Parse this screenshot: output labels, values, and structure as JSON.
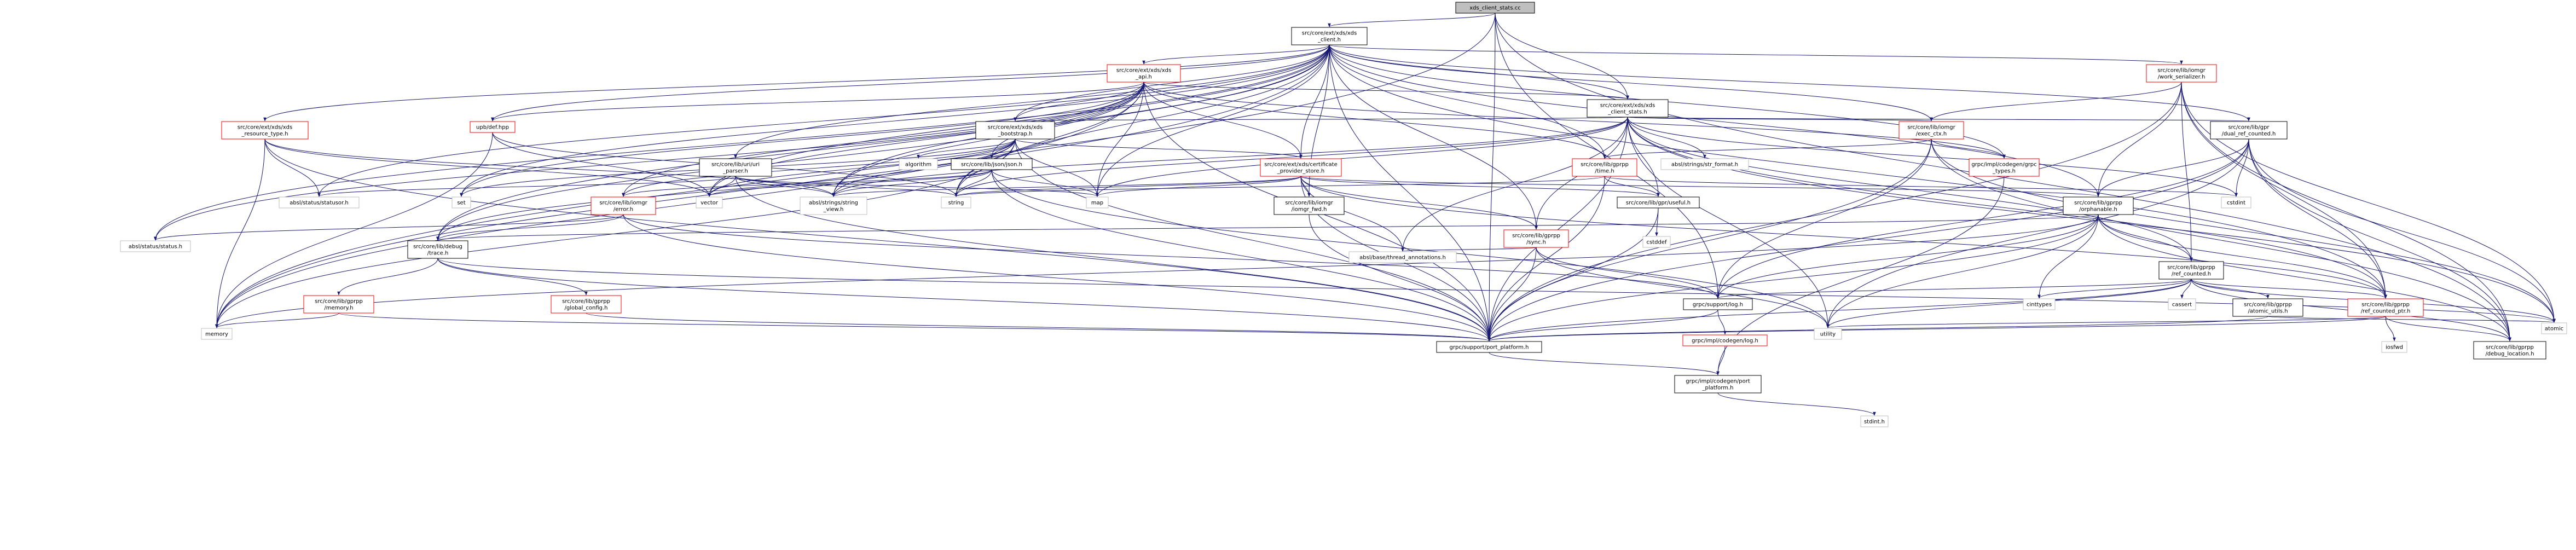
{
  "colors": {
    "edge": "#191970",
    "root_fill": "#bfbfbf",
    "normal_border": "#000000",
    "missing_border": "#bfbfbf",
    "linked_border": "#ff0000",
    "node_fill": "#ffffff"
  },
  "nodes": [
    {
      "id": "root",
      "lines": [
        "xds_client_stats.cc"
      ],
      "kind": "root"
    },
    {
      "id": "xds_client",
      "lines": [
        "src/core/ext/xds/xds",
        "_client.h"
      ],
      "kind": "normal"
    },
    {
      "id": "xds_api",
      "lines": [
        "src/core/ext/xds/xds",
        "_api.h"
      ],
      "kind": "red"
    },
    {
      "id": "xds_client_stats",
      "lines": [
        "src/core/ext/xds/xds",
        "_client_stats.h"
      ],
      "kind": "normal"
    },
    {
      "id": "work_serializer",
      "lines": [
        "src/core/lib/iomgr",
        "/work_serializer.h"
      ],
      "kind": "red"
    },
    {
      "id": "xds_bootstrap",
      "lines": [
        "src/core/ext/xds/xds",
        "_bootstrap.h"
      ],
      "kind": "normal"
    },
    {
      "id": "exec_ctx",
      "lines": [
        "src/core/lib/iomgr",
        "/exec_ctx.h"
      ],
      "kind": "red"
    },
    {
      "id": "dual_ref_counted",
      "lines": [
        "src/core/lib/gpr",
        "/dual_ref_counted.h"
      ],
      "kind": "normal"
    },
    {
      "id": "xds_resource_type",
      "lines": [
        "src/core/ext/xds/xds",
        "_resource_type.h"
      ],
      "kind": "red"
    },
    {
      "id": "upb_def",
      "lines": [
        "upb/def.hpp"
      ],
      "kind": "red"
    },
    {
      "id": "uri_parser",
      "lines": [
        "src/core/lib/uri/uri",
        "_parser.h"
      ],
      "kind": "normal"
    },
    {
      "id": "json",
      "lines": [
        "src/core/lib/json/json.h"
      ],
      "kind": "normal"
    },
    {
      "id": "cert_provider_store",
      "lines": [
        "src/core/ext/xds/certificate",
        "_provider_store.h"
      ],
      "kind": "red"
    },
    {
      "id": "gprpp_time",
      "lines": [
        "src/core/lib/gprpp",
        "/time.h"
      ],
      "kind": "red"
    },
    {
      "id": "grpc_types",
      "lines": [
        "grpc/impl/codegen/grpc",
        "_types.h"
      ],
      "kind": "red"
    },
    {
      "id": "str_format",
      "lines": [
        "absl/strings/str_format.h"
      ],
      "kind": "gray"
    },
    {
      "id": "status_statusor",
      "lines": [
        "absl/status/statusor.h"
      ],
      "kind": "gray"
    },
    {
      "id": "iomgr_error",
      "lines": [
        "src/core/lib/iomgr",
        "/error.h"
      ],
      "kind": "red"
    },
    {
      "id": "set",
      "lines": [
        "set"
      ],
      "kind": "gray"
    },
    {
      "id": "algorithm",
      "lines": [
        "algorithm"
      ],
      "kind": "gray"
    },
    {
      "id": "vector",
      "lines": [
        "vector"
      ],
      "kind": "gray"
    },
    {
      "id": "string_view",
      "lines": [
        "absl/strings/string",
        "_view.h"
      ],
      "kind": "gray"
    },
    {
      "id": "string",
      "lines": [
        "string"
      ],
      "kind": "gray"
    },
    {
      "id": "map",
      "lines": [
        "map"
      ],
      "kind": "gray"
    },
    {
      "id": "iomgr_fwd",
      "lines": [
        "src/core/lib/iomgr",
        "/iomgr_fwd.h"
      ],
      "kind": "normal"
    },
    {
      "id": "gprpp_sync",
      "lines": [
        "src/core/lib/gprpp",
        "/sync.h"
      ],
      "kind": "red"
    },
    {
      "id": "useful",
      "lines": [
        "src/core/lib/gpr/useful.h"
      ],
      "kind": "normal"
    },
    {
      "id": "orphanable",
      "lines": [
        "src/core/lib/gprpp",
        "/orphanable.h"
      ],
      "kind": "normal"
    },
    {
      "id": "cstdint",
      "lines": [
        "cstdint"
      ],
      "kind": "gray"
    },
    {
      "id": "status_status",
      "lines": [
        "absl/status/status.h"
      ],
      "kind": "gray"
    },
    {
      "id": "debug_trace",
      "lines": [
        "src/core/lib/debug",
        "/trace.h"
      ],
      "kind": "normal"
    },
    {
      "id": "thread_annotations",
      "lines": [
        "absl/base/thread_annotations.h"
      ],
      "kind": "gray"
    },
    {
      "id": "cstddef",
      "lines": [
        "cstddef"
      ],
      "kind": "gray"
    },
    {
      "id": "ref_counted",
      "lines": [
        "src/core/lib/gprpp",
        "/ref_counted.h"
      ],
      "kind": "normal"
    },
    {
      "id": "gprpp_memory",
      "lines": [
        "src/core/lib/gprpp",
        "/memory.h"
      ],
      "kind": "red"
    },
    {
      "id": "global_config",
      "lines": [
        "src/core/lib/gprpp",
        "/global_config.h"
      ],
      "kind": "red"
    },
    {
      "id": "support_log",
      "lines": [
        "grpc/support/log.h"
      ],
      "kind": "normal"
    },
    {
      "id": "cinttypes",
      "lines": [
        "cinttypes"
      ],
      "kind": "gray"
    },
    {
      "id": "cassert",
      "lines": [
        "cassert"
      ],
      "kind": "gray"
    },
    {
      "id": "ref_counted_ptr",
      "lines": [
        "src/core/lib/gprpp",
        "/ref_counted_ptr.h"
      ],
      "kind": "red"
    },
    {
      "id": "atomic_utils",
      "lines": [
        "src/core/lib/gprpp",
        "/atomic_utils.h"
      ],
      "kind": "normal"
    },
    {
      "id": "utility",
      "lines": [
        "utility"
      ],
      "kind": "gray"
    },
    {
      "id": "memory",
      "lines": [
        "memory"
      ],
      "kind": "gray"
    },
    {
      "id": "port_platform",
      "lines": [
        "grpc/support/port_platform.h"
      ],
      "kind": "normal"
    },
    {
      "id": "codegen_log",
      "lines": [
        "grpc/impl/codegen/log.h"
      ],
      "kind": "red"
    },
    {
      "id": "iosfwd",
      "lines": [
        "iosfwd"
      ],
      "kind": "gray"
    },
    {
      "id": "debug_location",
      "lines": [
        "src/core/lib/gprpp",
        "/debug_location.h"
      ],
      "kind": "normal"
    },
    {
      "id": "atomic",
      "lines": [
        "atomic"
      ],
      "kind": "gray"
    },
    {
      "id": "codegen_port_platform",
      "lines": [
        "grpc/impl/codegen/port",
        "_platform.h"
      ],
      "kind": "normal"
    },
    {
      "id": "stdint",
      "lines": [
        "stdint.h"
      ],
      "kind": "gray"
    }
  ]
}
